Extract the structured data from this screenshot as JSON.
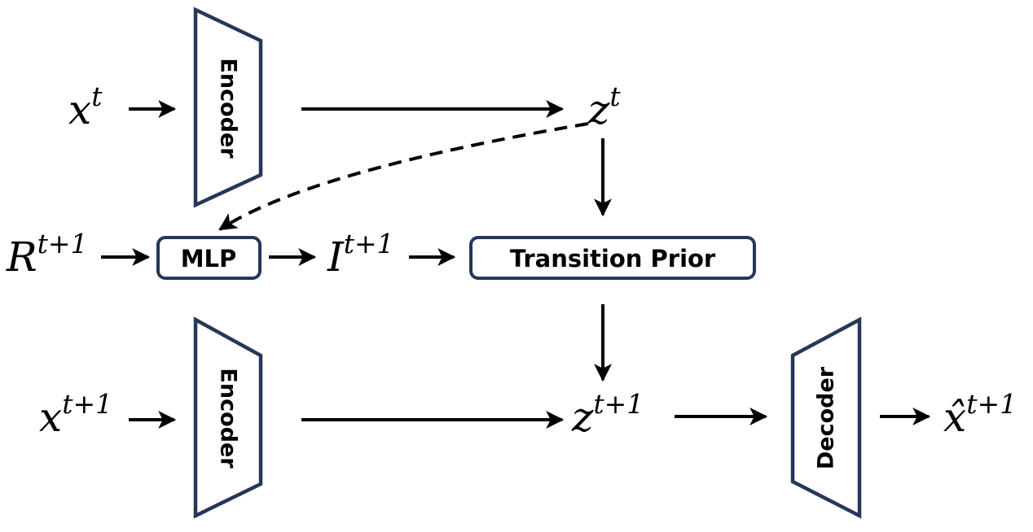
{
  "blocks": {
    "encoder_top": "Encoder",
    "encoder_bottom": "Encoder",
    "decoder": "Decoder",
    "mlp": "MLP",
    "transition_prior": "Transition Prior"
  },
  "variables": {
    "x_t": {
      "base": "x",
      "sup": "t"
    },
    "z_t": {
      "base": "z",
      "sup": "t"
    },
    "R_t1": {
      "base": "R",
      "sup": "t+1"
    },
    "I_t1": {
      "base": "I",
      "sup": "t+1"
    },
    "x_t1": {
      "base": "x",
      "sup": "t+1"
    },
    "z_t1": {
      "base": "z",
      "sup": "t+1"
    },
    "xhat_t1": {
      "base": "x̂",
      "sup": "t+1"
    }
  },
  "colors": {
    "block_stroke": "#25375a",
    "arrow": "#000000"
  }
}
